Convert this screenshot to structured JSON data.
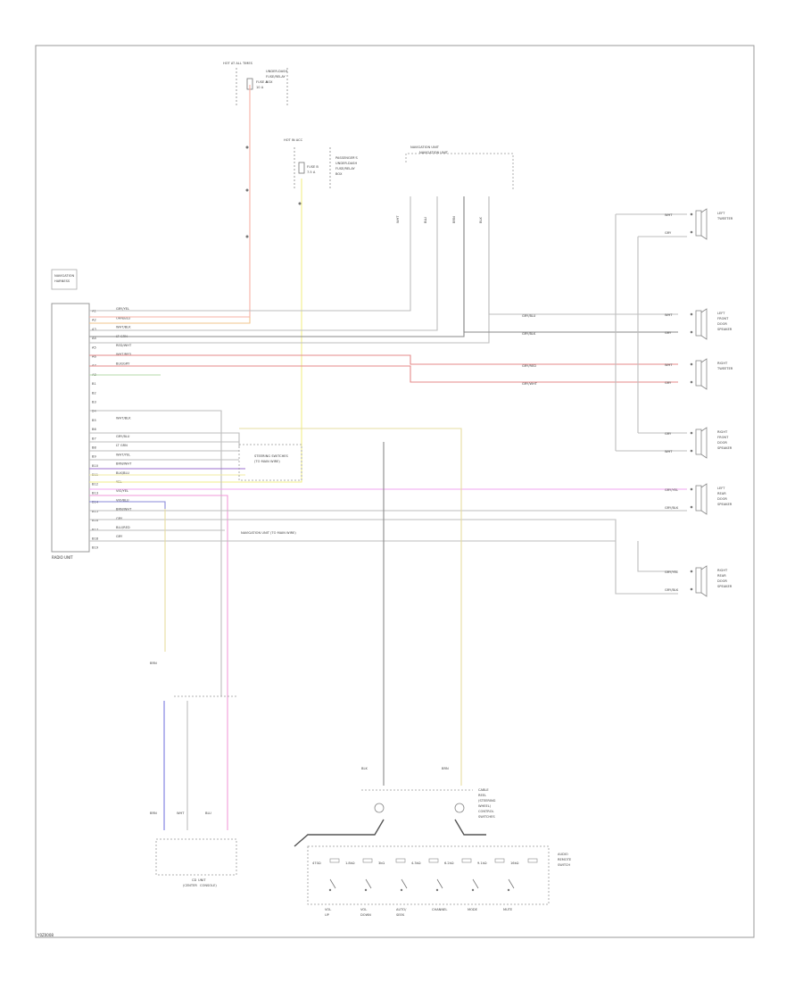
{
  "diagram": {
    "diagram_code": "Y0Z0008",
    "radio_unit": {
      "title": [
        "NAVIGATION",
        "HARNESS"
      ],
      "footer": "RADIO UNIT",
      "pins": [
        "A1",
        "A2",
        "A3",
        "A4",
        "A5",
        "A6",
        "A7",
        "A8",
        "B1",
        "B2",
        "B3",
        "B4",
        "B5",
        "B6",
        "B7",
        "B8",
        "B9",
        "B10",
        "B11",
        "B12",
        "B13",
        "B14",
        "B15",
        "B16",
        "B17",
        "B18",
        "B19"
      ],
      "wire_labels": [
        "GRY/YEL",
        "ORN/BLU",
        "WHT/BLK",
        "LT GRN",
        "RED/WHT",
        "WHT/RED",
        "BLK/GRY",
        "",
        "",
        "",
        "",
        "",
        "WHT/BLK",
        "",
        "GRY/BLU",
        "LT GRN",
        "WHT/YEL",
        "BRN/WHT",
        "BLK/BLU",
        "YEL",
        "VIO/YEL",
        "VIO/BLU",
        "BRN/WHT",
        "GRY",
        "BLU/RED",
        "GRY"
      ]
    },
    "fuses": {
      "hot_at_all_times": "HOT AT ALL TIMES",
      "fuse_a_label": "FUSE A",
      "fuse_a_sub": [
        "10 A"
      ],
      "fuse_a_notes": [
        "UNDER-DASH",
        "FUSE/RELAY",
        "BOX"
      ],
      "fuse_b_label": "FUSE B",
      "fuse_b_sub": [
        "7.5 A"
      ],
      "fuse_b_notes": [
        "PASSENGER'S",
        "UNDER-DASH",
        "FUSE/RELAY",
        "BOX"
      ],
      "hot_acc": "HOT IN ACC"
    },
    "bus_notes": {
      "upper_1": "NAVIGATION UNIT",
      "upper_2": "NAVIGATION UNIT",
      "steering": "STEERING SWITCHES",
      "steering_conn": "(TO MAIN WIRE)",
      "mid": "NAVIGATION UNIT (TO MAIN WIRE)"
    },
    "ground_wires": [
      "WHT",
      "BLU",
      "BRN",
      "BLK"
    ],
    "speakers": [
      {
        "lines": [
          "LEFT",
          "TWEETER"
        ],
        "wires": [
          "WHT",
          "GRY"
        ]
      },
      {
        "lines": [
          "LEFT",
          "FRONT",
          "DOOR",
          "SPEAKER"
        ],
        "wires": [
          "WHT",
          "GRY"
        ]
      },
      {
        "lines": [
          "RIGHT",
          "TWEETER"
        ],
        "wires": [
          "WHT",
          "GRY"
        ]
      },
      {
        "lines": [
          "RIGHT",
          "FRONT",
          "DOOR",
          "SPEAKER"
        ],
        "wires": [
          "GRY",
          "WHT"
        ]
      },
      {
        "lines": [
          "LEFT",
          "REAR",
          "DOOR",
          "SPEAKER"
        ],
        "wires": [
          "GRY/YEL",
          "GRY/BLK"
        ]
      },
      {
        "lines": [
          "RIGHT",
          "REAR",
          "DOOR",
          "SPEAKER"
        ],
        "wires": [
          "GRY/YEL",
          "GRY/BLK"
        ]
      }
    ],
    "speaker_wire_labels": [
      "GRY/BLU",
      "GRY/BLK",
      "GRY/RED",
      "GRY/WHT"
    ],
    "antenna": {
      "label": [
        "CD",
        "UNIT"
      ],
      "wires": [
        "BRN",
        "BLU",
        "WHT"
      ],
      "sub": [
        "(CENTER",
        "CONSOLE)"
      ]
    },
    "steering_switch": {
      "wires": [
        "BLK",
        "BRN"
      ],
      "notes": [
        "CABLE",
        "REEL",
        "(STEERING",
        "WHEEL)",
        "CONTROL",
        "SWITCHES"
      ],
      "box_title": [
        "AUDIO",
        "REMOTE",
        "SWITCH"
      ],
      "switches": [
        {
          "name": [
            "VOL",
            "UP"
          ]
        },
        {
          "name": [
            "VOL",
            "DOWN"
          ]
        },
        {
          "name": [
            "AUTO/",
            "SEEK"
          ]
        },
        {
          "name": [
            "CHANNEL"
          ]
        },
        {
          "name": [
            "MODE"
          ]
        },
        {
          "name": [
            "MUTE"
          ]
        }
      ],
      "switch_top_labels": [
        "470Ω",
        "1.8kΩ",
        "3kΩ",
        "4.3kΩ",
        "6.2kΩ",
        "9.1kΩ",
        "16kΩ"
      ]
    }
  }
}
